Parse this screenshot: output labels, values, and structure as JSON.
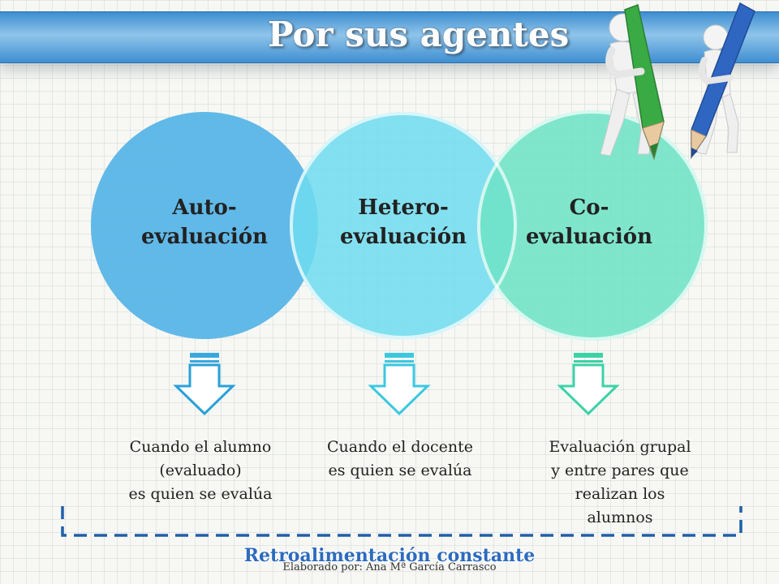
{
  "header": {
    "title": "Por sus agentes"
  },
  "diagram": {
    "nodes": [
      {
        "line1": "Auto-",
        "line2": "evaluación",
        "color": "#55b4e6"
      },
      {
        "line1": "Hetero-",
        "line2": "evaluación",
        "color": "#6fdcee"
      },
      {
        "line1": "Co-",
        "line2": "evaluación",
        "color": "#6ee3c6"
      }
    ],
    "descriptions": [
      {
        "line1": "Cuando el alumno",
        "line2": "(evaluado)",
        "line3": "es quien se evalúa"
      },
      {
        "line1": "Cuando el docente",
        "line2": "es quien se evalúa"
      },
      {
        "line1": "Evaluación grupal",
        "line2": "y entre pares que",
        "line3": "realizan los",
        "line4": "alumnos"
      }
    ],
    "feedback_label": "Retroalimentación constante",
    "credit": "Elaborado por: Ana Mª García Carrasco"
  },
  "colors": {
    "arrow_stroke": "#2aa0d8",
    "dash": "#1f5fa8",
    "pencil_green": "#3aaa45",
    "pencil_blue": "#2f66c2"
  },
  "icons": [
    "figure-with-green-pencil-icon",
    "figure-with-blue-pencil-icon"
  ]
}
